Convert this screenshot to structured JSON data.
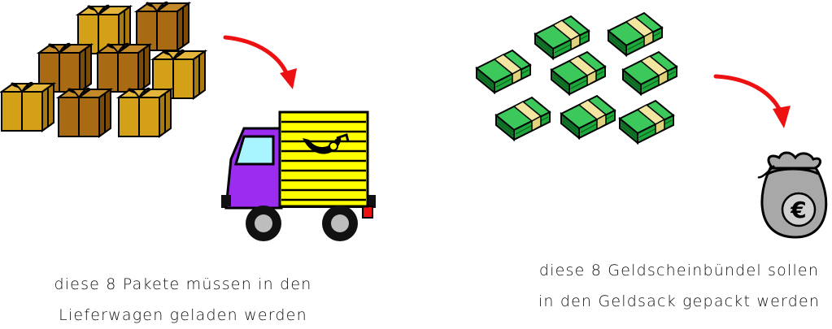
{
  "left_panel": {
    "parcel_count": 8,
    "caption_line1": "diese 8 Pakete müssen in den",
    "caption_line2": "Lieferwagen geladen werden",
    "truck": {
      "cab_color": "#9b2cf0",
      "box_color": "#ffff00",
      "window_color": "#a8f4ff",
      "emblem": "post-horn-icon"
    }
  },
  "right_panel": {
    "bundle_count": 8,
    "caption_line1": "diese 8 Geldscheinbündel sollen",
    "caption_line2": "in den Geldsack gepackt werden",
    "money_bag": {
      "symbol": "€",
      "color": "#a8a8a8"
    }
  },
  "colors": {
    "arrow": "#ee1111",
    "parcel_gold": "#d4a017",
    "parcel_brown": "#a86a12",
    "banknote_green": "#1ea83c",
    "band": "#f2e6a0"
  }
}
